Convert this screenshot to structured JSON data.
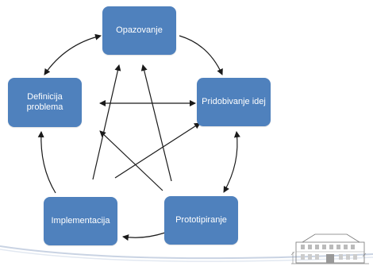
{
  "diagram": {
    "nodes": {
      "opazovanje": {
        "label": "Opazovanje"
      },
      "pridobivanje": {
        "label": "Pridobivanje idej"
      },
      "definicija": {
        "label": "Definicija\nproblema"
      },
      "implementacija": {
        "label": "Implementacija"
      },
      "prototipiranje": {
        "label": "Prototipiranje"
      }
    }
  },
  "colors": {
    "node_fill": "#4f81bd",
    "node_text": "#ffffff",
    "connector": "#1a1a1a",
    "footer_curve": "#c9d3e3"
  },
  "icons": {
    "building_image": "building-illustration"
  }
}
